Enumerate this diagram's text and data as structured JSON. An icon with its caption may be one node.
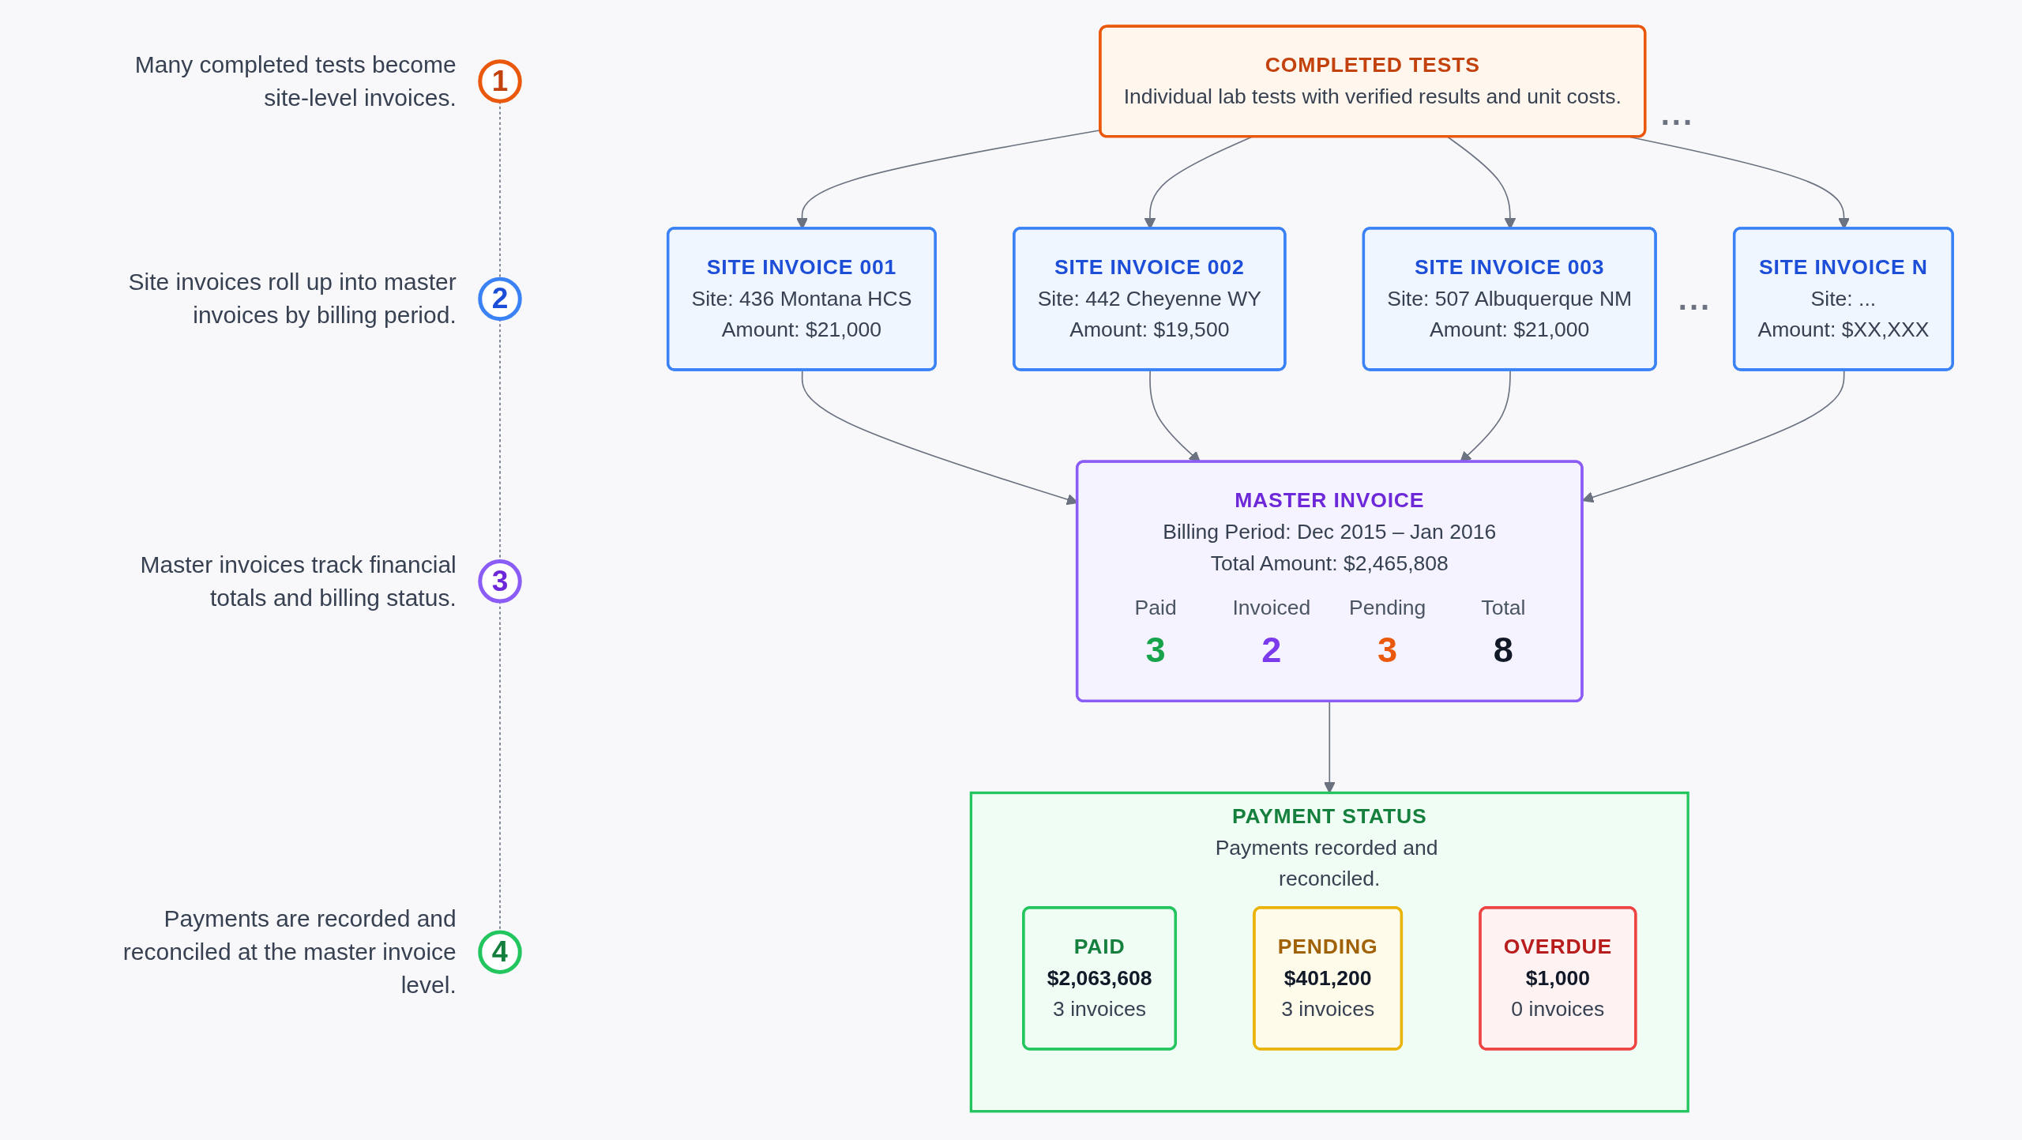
{
  "diagram": {
    "nodes": [
      {
        "text": [
          "COMPLETED TESTS",
          "Individual lab tests with verified results and unit costs."
        ]
      },
      {
        "text": [
          "1"
        ],
        "beside": [
          "Many completed tests become site-level invoices."
        ]
      },
      {
        "text": [
          "2"
        ],
        "beside": [
          "Site invoices roll up into master invoices by billing period."
        ]
      },
      {
        "text": [
          "SITE INVOICE 001",
          "Site: 436 Montana HCS",
          "Amount: $21,000"
        ]
      },
      {
        "text": [
          "SITE INVOICE 002",
          "Site: 442 Cheyenne WY",
          "Amount: $19,500"
        ]
      },
      {
        "text": [
          "SITE INVOICE 003",
          "Site: 507 Albuquerque NM",
          "Amount: $21,000"
        ]
      },
      {
        "text": [
          "SITE INVOICE N",
          "Site: ...",
          "Amount: $XX,XXX"
        ]
      },
      {
        "text": [
          "3"
        ],
        "beside": [
          "Master invoices track financial totals and billing status."
        ]
      },
      {
        "text": [
          "MASTER INVOICE",
          "Billing Period: Dec 2015 – Jan 2016",
          "Total Amount: $2,465,808",
          "Paid",
          "3",
          "Invoiced",
          "2",
          "Pending",
          "3",
          "Total",
          "8"
        ]
      },
      {
        "text": [
          "4"
        ],
        "beside": [
          "Payments are recorded and reconciled at the master invoice level."
        ]
      },
      {
        "text": [
          "PAYMENT STATUS",
          "Payments recorded and reconciled."
        ]
      },
      {
        "text": [
          "PAID",
          "$2,063,608",
          "3 invoices"
        ],
        "in": 10
      },
      {
        "text": [
          "PENDING",
          "$401,200",
          "3 invoices"
        ],
        "in": 10
      },
      {
        "text": [
          "OVERDUE",
          "$1,000",
          "0 invoices"
        ],
        "in": 10
      }
    ],
    "edges": [
      {
        "from": 0,
        "to": 3,
        "arrow": "to"
      },
      {
        "from": 0,
        "to": 4,
        "arrow": "to"
      },
      {
        "from": 0,
        "to": 5,
        "arrow": "to"
      },
      {
        "from": 0,
        "to": 6,
        "arrow": "to"
      },
      {
        "from": 3,
        "to": 8,
        "arrow": "to"
      },
      {
        "from": 4,
        "to": 8,
        "arrow": "to"
      },
      {
        "from": 5,
        "to": 8,
        "arrow": "to"
      },
      {
        "from": 6,
        "to": 8,
        "arrow": "to"
      },
      {
        "from": 8,
        "to": 10,
        "arrow": "to"
      },
      {
        "from": 1,
        "to": 2,
        "arrow": "none",
        "style": "dashed"
      },
      {
        "from": 2,
        "to": 7,
        "arrow": "none",
        "style": "dashed"
      },
      {
        "from": 7,
        "to": 9,
        "arrow": "none",
        "style": "dashed"
      }
    ],
    "labels": [
      "...",
      "..."
    ]
  }
}
